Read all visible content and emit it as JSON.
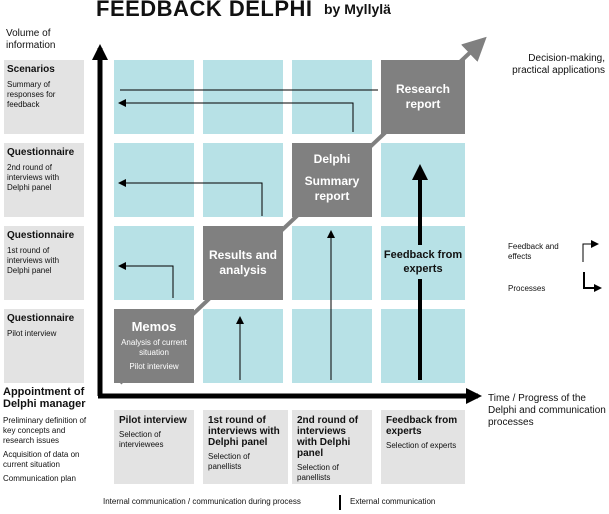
{
  "title": "FEEDBACK DELPHI",
  "byline": "by Myllylä",
  "y_axis_label": "Volume of information",
  "x_axis_label": "Time / Progress of the Delphi and communication processes",
  "diagonal_label": "Decision-making, practical applications",
  "rows": [
    {
      "heading": "Scenarios",
      "sub": "Summary of responses for feedback"
    },
    {
      "heading": "Questionnaire",
      "sub": "2nd round of interviews with Delphi panel"
    },
    {
      "heading": "Questionnaire",
      "sub": "1st round of interviews with Delphi panel"
    },
    {
      "heading": "Questionnaire",
      "sub": "Pilot interview"
    }
  ],
  "appointment": {
    "heading": "Appointment of Delphi manager",
    "items": [
      "Preliminary definition of key concepts and research issues",
      "Acquisition of data on current situation",
      "Communication plan"
    ]
  },
  "columns": [
    {
      "heading": "Pilot interview",
      "sub": "Selection of interviewees"
    },
    {
      "heading": "1st round of interviews with Delphi panel",
      "sub": "Selection of panellists"
    },
    {
      "heading": "2nd round of interviews with Delphi panel",
      "sub": "Selection of panellists"
    },
    {
      "heading": "Feedback from experts",
      "sub": "Selection of experts"
    }
  ],
  "boxes": {
    "memos": {
      "title": "Memos",
      "sub1": "Analysis of current situation",
      "sub2": "Pilot interview"
    },
    "results": {
      "title": "Results and analysis"
    },
    "delphi": {
      "title1": "Delphi",
      "title2": "Summary report"
    },
    "research": {
      "title": "Research report"
    },
    "feedback": {
      "title": "Feedback from experts"
    }
  },
  "legend": {
    "feedback": "Feedback and effects",
    "processes": "Processes"
  },
  "footer": {
    "internal": "Internal communication / communication during process",
    "external": "External communication"
  },
  "colors": {
    "cell": "#b7e1e6",
    "box": "#808080",
    "side": "#e3e3e3"
  }
}
